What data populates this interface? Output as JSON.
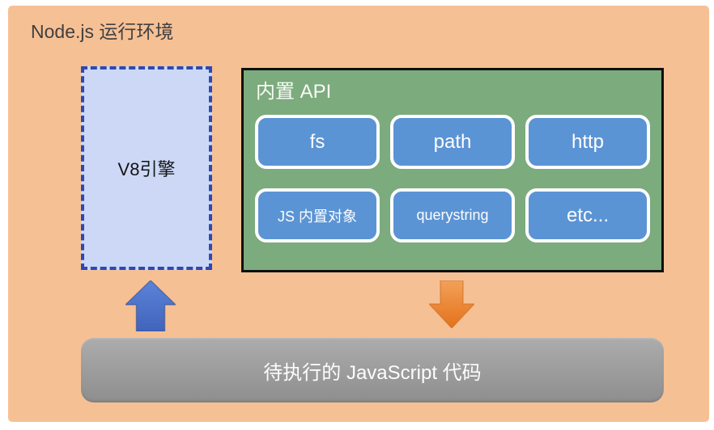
{
  "title": "Node.js 运行环境",
  "v8_box": {
    "label": "V8引擎"
  },
  "api_box": {
    "label": "内置 API",
    "modules": [
      "fs",
      "path",
      "http",
      "JS 内置对象",
      "querystring",
      "etc..."
    ]
  },
  "code_box": {
    "label": "待执行的 JavaScript 代码"
  },
  "icons": {
    "up_arrow": "up-arrow",
    "down_arrow": "down-arrow"
  },
  "colors": {
    "canvas-bg": "#ffffff",
    "stage-bg": "#f6c095",
    "title-text": "#404040",
    "v8-fill": "#ccd8f6",
    "v8-border": "#2c49b4",
    "v8-text": "#141414",
    "api-fill": "#7cab7d",
    "api-border": "#0f0f0f",
    "api-label-text": "#fafaf7",
    "module-fill": "#5b94d5",
    "module-border": "#ffffff",
    "module-text": "#fdfdfd",
    "code-fill-top": "#acacac",
    "code-fill-bottom": "#8e8e8e",
    "code-text": "#fdfdfd",
    "arrow-up-top": "#5c83da",
    "arrow-up-bottom": "#4064ba",
    "arrow-up-stroke": "#36508f",
    "arrow-down-top": "#f2a159",
    "arrow-down-bottom": "#e4711a",
    "arrow-down-stroke": "#c96a22"
  }
}
